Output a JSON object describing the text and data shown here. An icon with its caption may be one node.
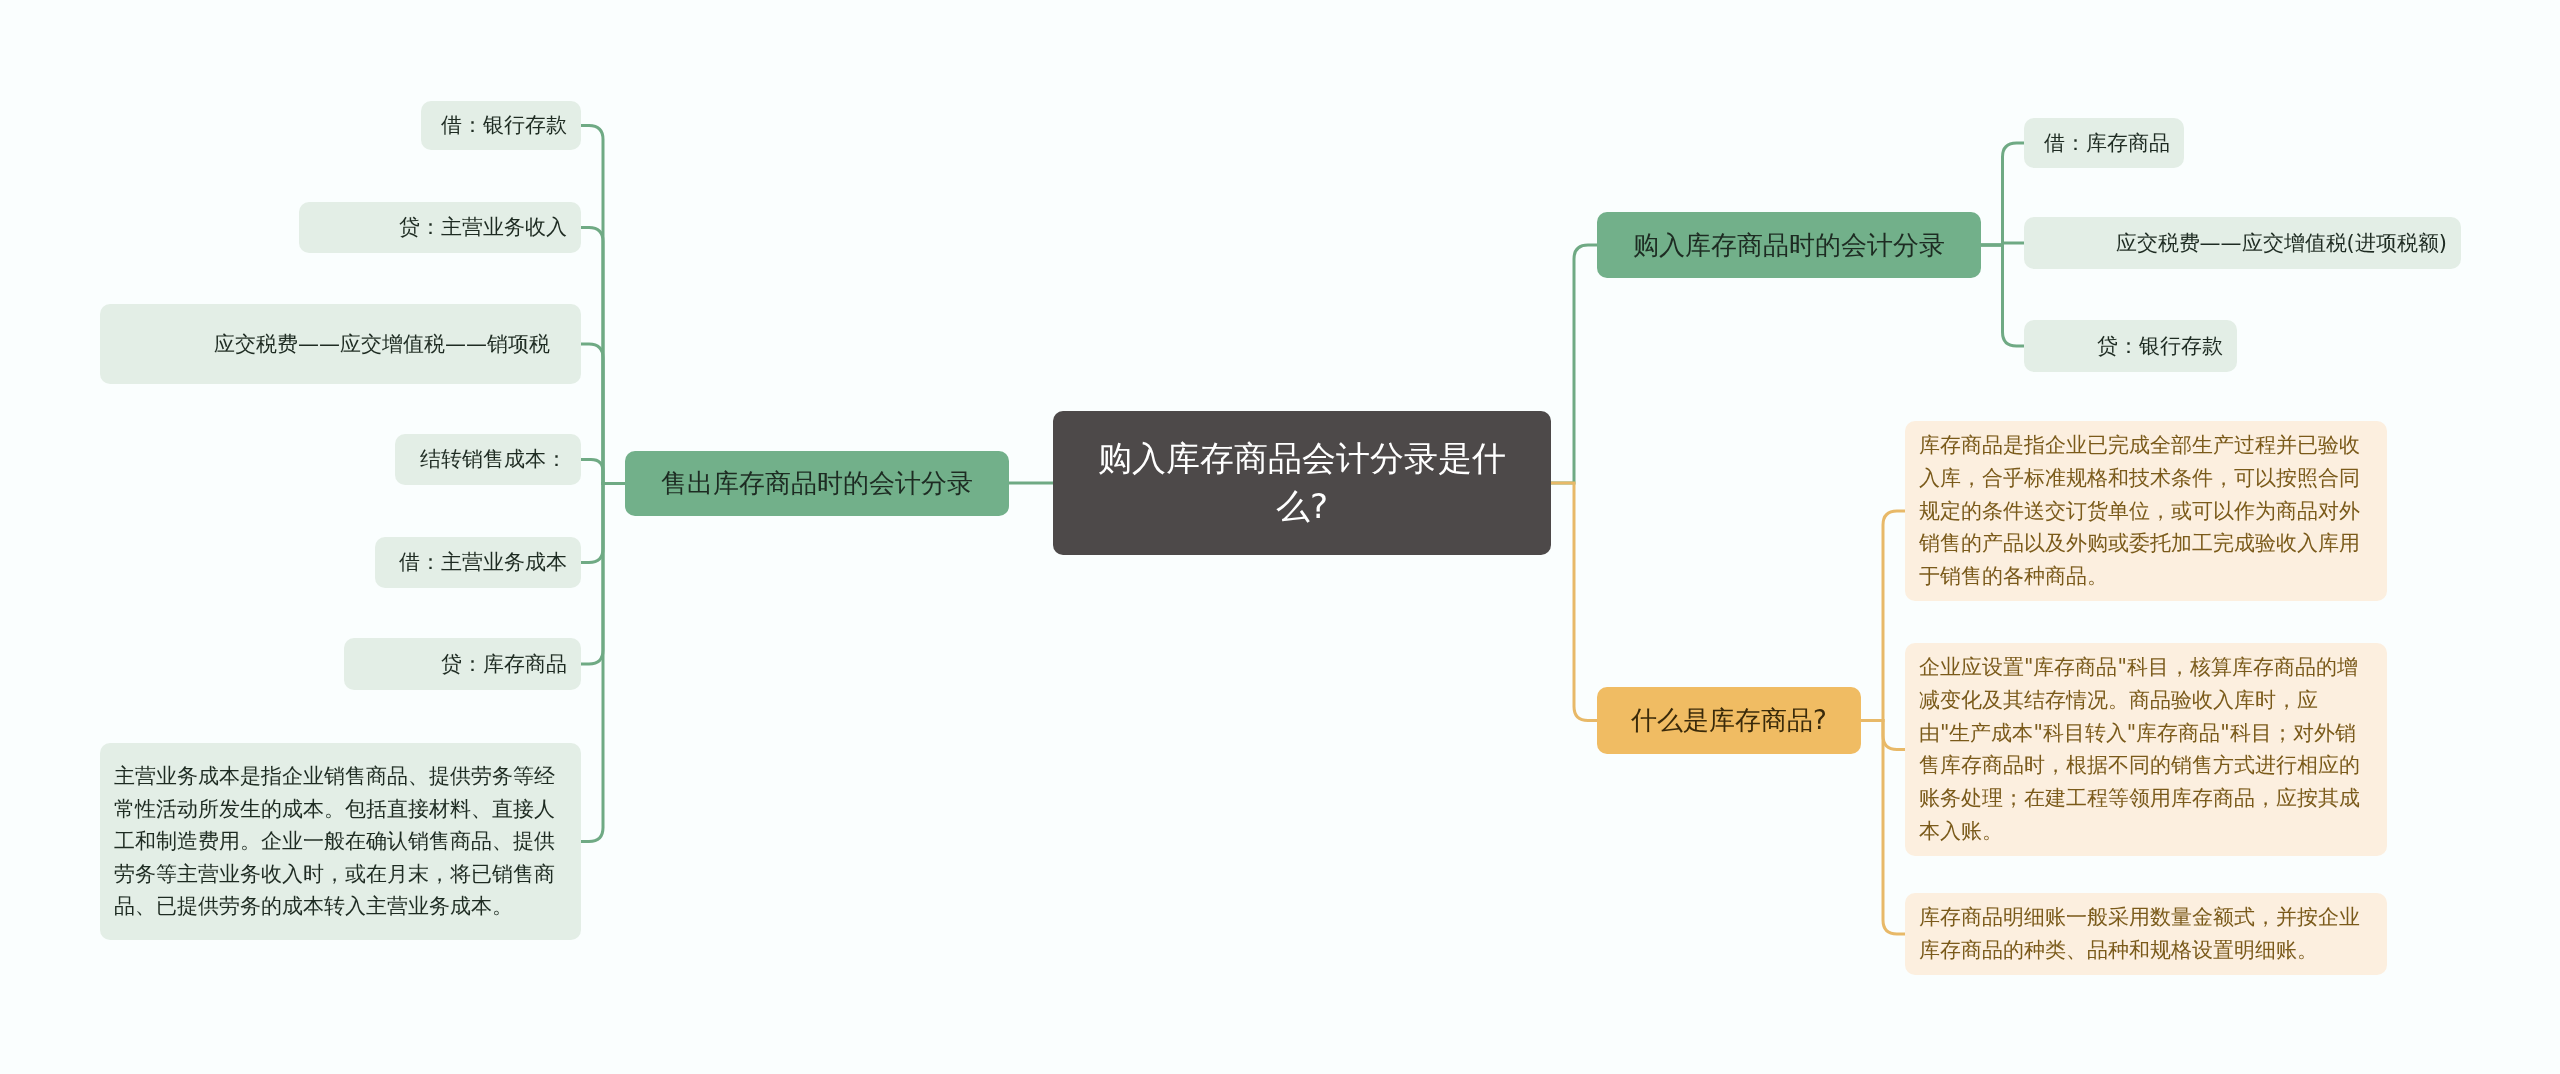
{
  "diagram": {
    "nodes": [
      {
        "text": [
          "购入库存商品会计分录是什么?"
        ]
      },
      {
        "text": [
          "购入库存商品时的会计分录"
        ]
      },
      {
        "text": [
          "借：库存商品"
        ]
      },
      {
        "text": [
          "应交税费——应交增值税(进项税额)"
        ]
      },
      {
        "text": [
          "贷：银行存款"
        ]
      },
      {
        "text": [
          "什么是库存商品?"
        ]
      },
      {
        "text": [
          "库存商品是指企业已完成全部生产过程并已验收入库，合乎标准规格和技术条件，可以按照合同规定的条件送交订货单位，或可以作为商品对外销售的产品以及外购或委托加工完成验收入库用于销售的各种商品。"
        ]
      },
      {
        "text": [
          "企业应设置\"库存商品\"科目，核算库存商品的增减变化及其结存情况。商品验收入库时，应由\"生产成本\"科目转入\"库存商品\"科目；对外销售库存商品时，根据不同的销售方式进行相应的账务处理；在建工程等领用库存商品，应按其成本入账。"
        ]
      },
      {
        "text": [
          "库存商品明细账一般采用数量金额式，并按企业库存商品的种类、品种和规格设置明细账。"
        ]
      },
      {
        "text": [
          "售出库存商品时的会计分录"
        ]
      },
      {
        "text": [
          "借：银行存款"
        ]
      },
      {
        "text": [
          "贷：主营业务收入"
        ]
      },
      {
        "text": [
          "应交税费——应交增值税——销项税"
        ]
      },
      {
        "text": [
          "结转销售成本："
        ]
      },
      {
        "text": [
          "借：主营业务成本"
        ]
      },
      {
        "text": [
          "贷：库存商品"
        ]
      },
      {
        "text": [
          "主营业务成本是指企业销售商品、提供劳务等经常性活动所发生的成本。包括直接材料、直接人工和制造费用。企业一般在确认销售商品、提供劳务等主营业务收入时，或在月末，将已销售商品、已提供劳务的成本转入主营业务成本。"
        ]
      }
    ],
    "edges": [
      {
        "from": 0,
        "to": 1,
        "arrow": "none"
      },
      {
        "from": 1,
        "to": 2,
        "arrow": "none"
      },
      {
        "from": 1,
        "to": 3,
        "arrow": "none"
      },
      {
        "from": 1,
        "to": 4,
        "arrow": "none"
      },
      {
        "from": 0,
        "to": 5,
        "arrow": "none",
        "color": "#e8b968"
      },
      {
        "from": 5,
        "to": 6,
        "arrow": "none",
        "color": "#e8b968"
      },
      {
        "from": 5,
        "to": 7,
        "arrow": "none",
        "color": "#e8b968"
      },
      {
        "from": 5,
        "to": 8,
        "arrow": "none",
        "color": "#e8b968"
      },
      {
        "from": 0,
        "to": 9,
        "arrow": "none"
      },
      {
        "from": 9,
        "to": 10,
        "arrow": "none"
      },
      {
        "from": 9,
        "to": 11,
        "arrow": "none"
      },
      {
        "from": 9,
        "to": 12,
        "arrow": "none"
      },
      {
        "from": 9,
        "to": 13,
        "arrow": "none"
      },
      {
        "from": 9,
        "to": 14,
        "arrow": "none"
      },
      {
        "from": 9,
        "to": 15,
        "arrow": "none"
      },
      {
        "from": 9,
        "to": 16,
        "arrow": "none"
      }
    ]
  }
}
